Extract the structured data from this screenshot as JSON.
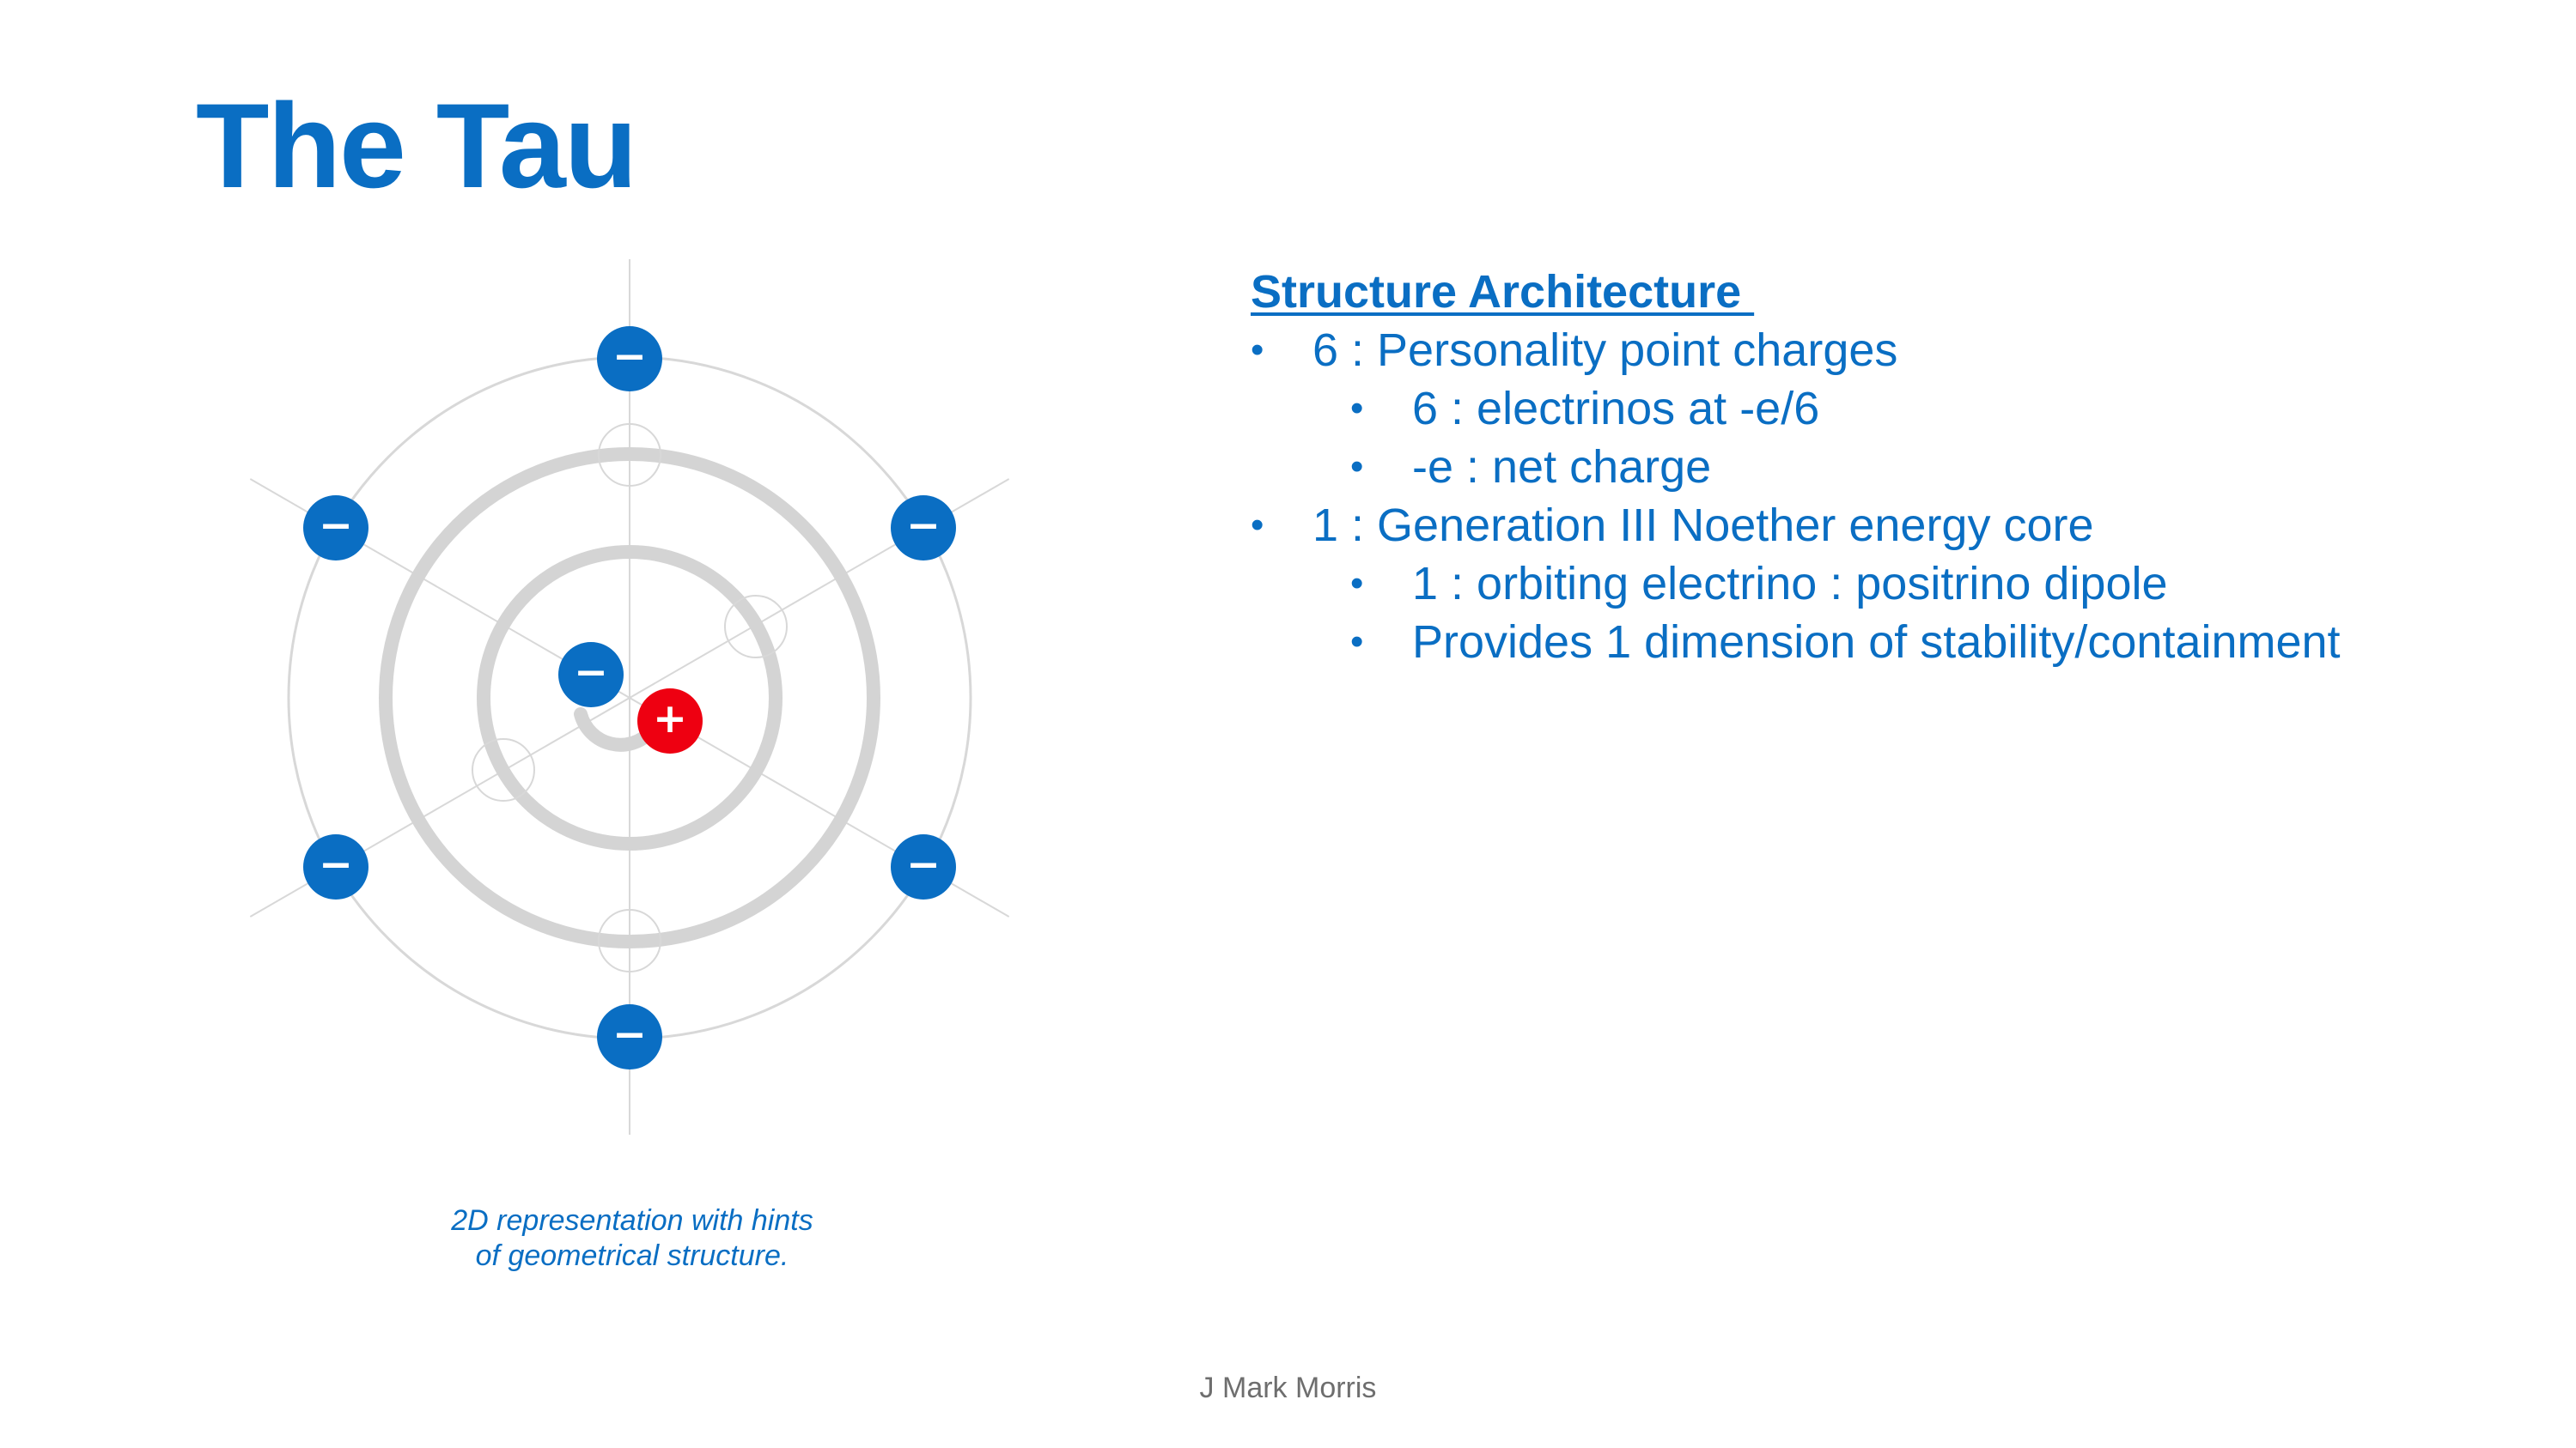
{
  "title": "The Tau",
  "colors": {
    "accent": "#0a6ec3",
    "negative": "#0a6ec3",
    "positive": "#ee0011",
    "ring": "#d4d4d4",
    "guide": "#d8d8d8"
  },
  "diagram": {
    "outer_charges": [
      {
        "sign": "−",
        "name": "negative-charge-top"
      },
      {
        "sign": "−",
        "name": "negative-charge-upper-right"
      },
      {
        "sign": "−",
        "name": "negative-charge-lower-right"
      },
      {
        "sign": "−",
        "name": "negative-charge-bottom"
      },
      {
        "sign": "−",
        "name": "negative-charge-lower-left"
      },
      {
        "sign": "−",
        "name": "negative-charge-upper-left"
      }
    ],
    "core_dipole": {
      "negative": {
        "sign": "−"
      },
      "positive": {
        "sign": "+"
      }
    },
    "caption": [
      "2D representation with hints",
      "of geometrical structure."
    ]
  },
  "structure": {
    "heading": "Structure Architecture ",
    "items": [
      {
        "level": 1,
        "text": "6 : Personality point charges"
      },
      {
        "level": 2,
        "text": "6 : electrinos at -e/6"
      },
      {
        "level": 2,
        "text": "-e : net charge"
      },
      {
        "level": 1,
        "text": "1 : Generation III Noether energy core"
      },
      {
        "level": 2,
        "text": "1 : orbiting electrino : positrino dipole"
      },
      {
        "level": 2,
        "text": "Provides 1 dimension of stability/containment"
      }
    ],
    "bullet_symbol": "•"
  },
  "author": "J Mark Morris"
}
